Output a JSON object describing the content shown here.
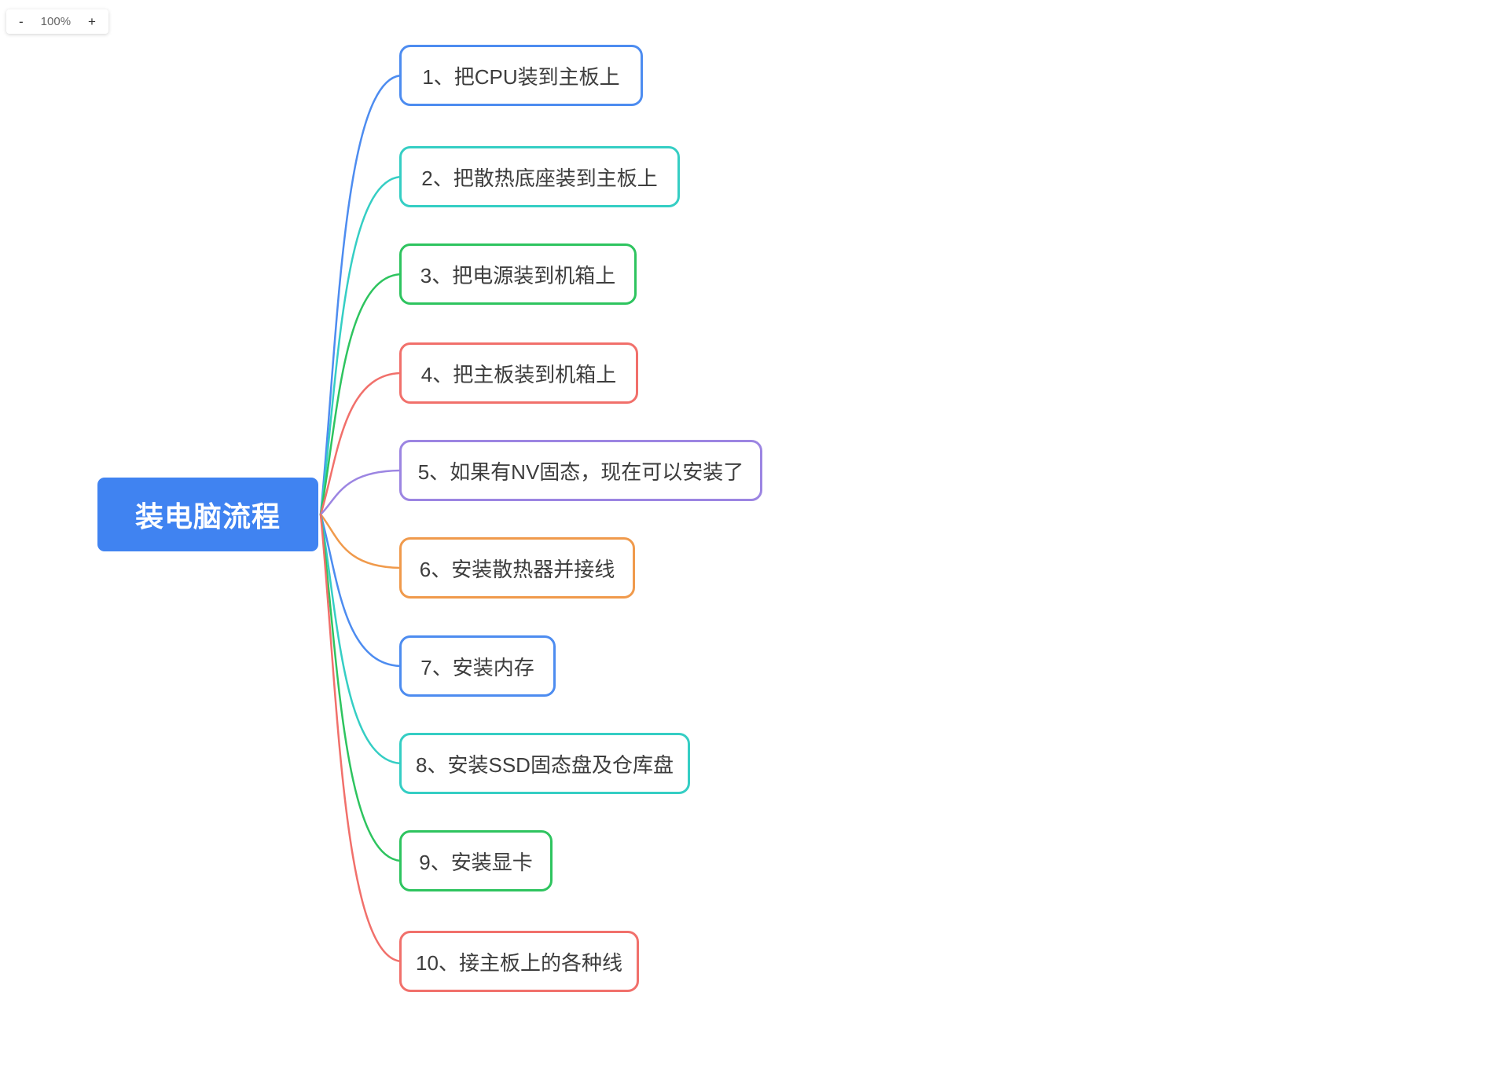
{
  "toolbar": {
    "zoom_out": "-",
    "zoom_level": "100%",
    "zoom_in": "+"
  },
  "mindmap": {
    "root": {
      "label": "装电脑流程",
      "fill": "#4083F1",
      "text_color": "#FFFFFF"
    },
    "branch_text_color": "#3D3D3D",
    "branches": [
      {
        "label": "1、把CPU装到主板上",
        "color": "#4D8CF0"
      },
      {
        "label": "2、把散热底座装到主板上",
        "color": "#35CEC4"
      },
      {
        "label": "3、把电源装到机箱上",
        "color": "#2EC45F"
      },
      {
        "label": "4、把主板装到机箱上",
        "color": "#F1706B"
      },
      {
        "label": "5、如果有NV固态，现在可以安装了",
        "color": "#9C85E2"
      },
      {
        "label": "6、安装散热器并接线",
        "color": "#F09A4C"
      },
      {
        "label": "7、安装内存",
        "color": "#4D8CF0"
      },
      {
        "label": "8、安装SSD固态盘及仓库盘",
        "color": "#35CEC4"
      },
      {
        "label": "9、安装显卡",
        "color": "#2EC45F"
      },
      {
        "label": "10、接主板上的各种线",
        "color": "#F1706B"
      }
    ]
  }
}
